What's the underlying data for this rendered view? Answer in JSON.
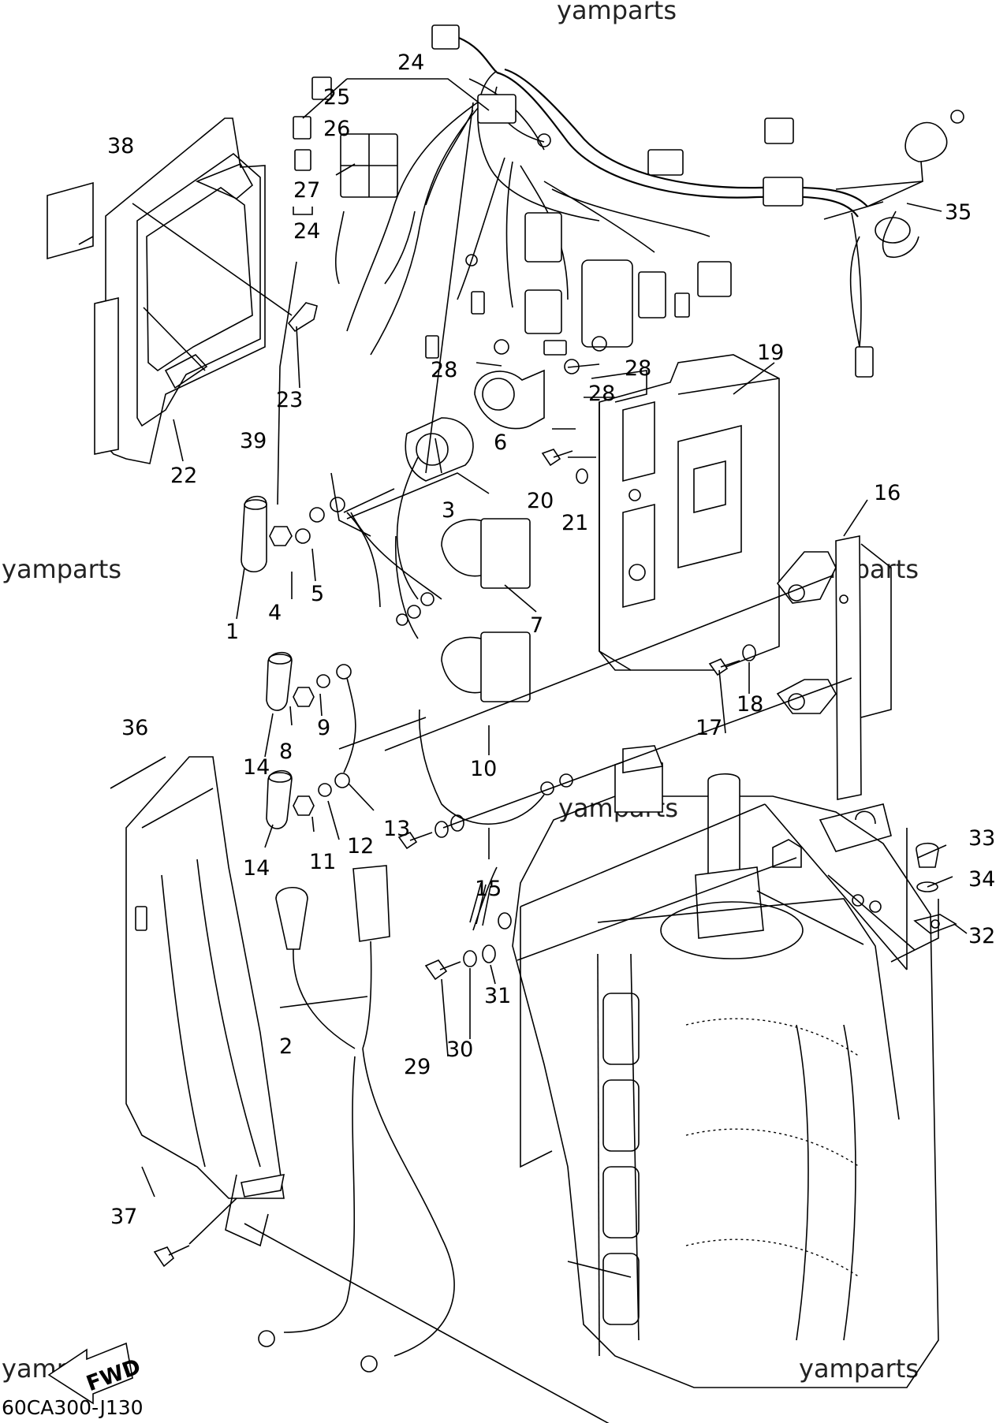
{
  "watermark": "yamparts",
  "diagram_code": "60CA300-J130",
  "fwd_label": "FWD",
  "callouts": [
    "1",
    "2",
    "3",
    "4",
    "5",
    "6",
    "7",
    "8",
    "9",
    "10",
    "11",
    "12",
    "13",
    "14",
    "14",
    "15",
    "16",
    "17",
    "18",
    "19",
    "20",
    "21",
    "22",
    "23",
    "24",
    "24",
    "25",
    "26",
    "27",
    "28",
    "28",
    "28",
    "29",
    "30",
    "31",
    "32",
    "33",
    "34",
    "35",
    "36",
    "37",
    "38",
    "39"
  ]
}
